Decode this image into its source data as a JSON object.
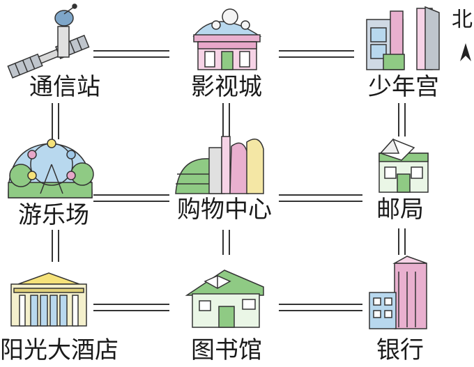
{
  "compass": {
    "label": "北"
  },
  "locations": {
    "r1c1": "通信站",
    "r1c2": "影视城",
    "r1c3": "少年宫",
    "r2c1": "游乐场",
    "r2c2": "购物中心",
    "r2c3": "邮局",
    "r3c1": "阳光大酒店",
    "r3c2": "图书馆",
    "r3c3": "银行"
  },
  "icons": {
    "r1c1": "satellite-icon",
    "r1c2": "cinema-icon",
    "r1c3": "palace-icon",
    "r2c1": "ferris-wheel-icon",
    "r2c2": "mall-icon",
    "r2c3": "post-office-icon",
    "r3c1": "hotel-icon",
    "r3c2": "library-icon",
    "r3c3": "bank-icon"
  },
  "colors": {
    "road": "#333333",
    "accent_pink": "#e7a7c9",
    "accent_green": "#8fca84",
    "accent_blue": "#9fc8e8",
    "accent_yellow": "#f5e27a"
  }
}
